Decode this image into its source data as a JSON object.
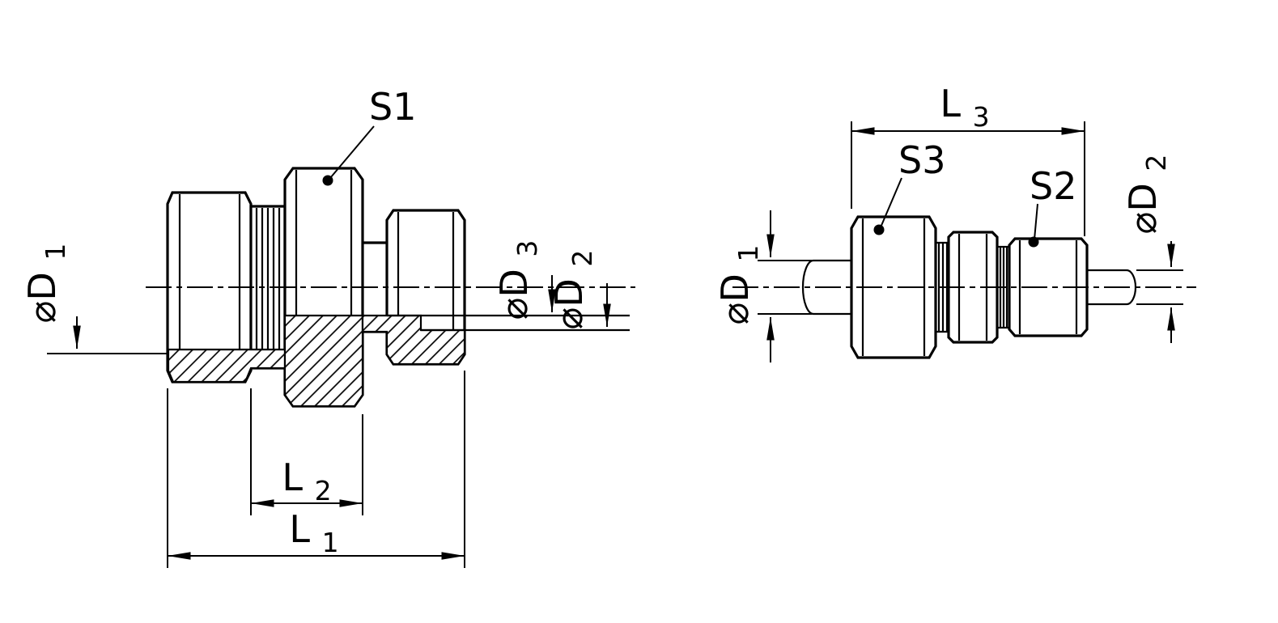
{
  "colors": {
    "background": "#ffffff",
    "ink": "#000000"
  },
  "left_view": {
    "labels": {
      "s1": "S1",
      "d1": {
        "base": "⌀D",
        "sub": "1"
      },
      "d3": {
        "base": "⌀D",
        "sub": "3"
      },
      "d2": {
        "base": "⌀D",
        "sub": "2"
      },
      "l2": {
        "base": "L",
        "sub": "2"
      },
      "l1": {
        "base": "L",
        "sub": "1"
      }
    }
  },
  "right_view": {
    "labels": {
      "l3": {
        "base": "L",
        "sub": "3"
      },
      "s3": "S3",
      "s2": "S2",
      "d2": {
        "base": "⌀D",
        "sub": "2"
      },
      "d1": {
        "base": "⌀D",
        "sub": "1"
      }
    }
  }
}
